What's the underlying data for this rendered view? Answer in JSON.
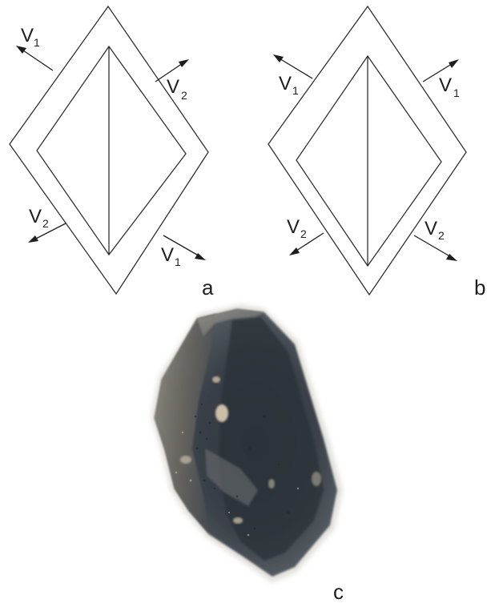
{
  "panels": {
    "a": {
      "letter": "a",
      "labels": {
        "top_left": {
          "base": "V",
          "sub": "1"
        },
        "top_right": {
          "base": "V",
          "sub": "2"
        },
        "bottom_left": {
          "base": "V",
          "sub": "2"
        },
        "bottom_right": {
          "base": "V",
          "sub": "1"
        }
      }
    },
    "b": {
      "letter": "b",
      "labels": {
        "top_left": {
          "base": "V",
          "sub": "1"
        },
        "top_right": {
          "base": "V",
          "sub": "1"
        },
        "bottom_left": {
          "base": "V",
          "sub": "2"
        },
        "bottom_right": {
          "base": "V",
          "sub": "2"
        }
      }
    },
    "c": {
      "letter": "c",
      "image": "mineral-crystal-photo"
    }
  },
  "colors": {
    "line": "#2a2a2a",
    "rock_dark": "#3a4048",
    "rock_light": "#b9b2a5"
  }
}
